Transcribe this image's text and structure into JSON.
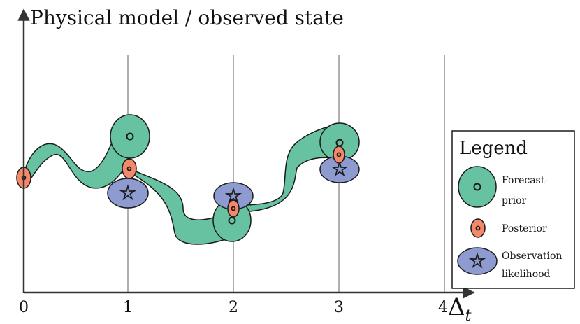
{
  "y_axis_label": "Physical model / observed state",
  "x_axis": {
    "label": "Δ",
    "label_subscript": "t",
    "ticks": [
      "0",
      "1",
      "2",
      "3",
      "4"
    ]
  },
  "legend": {
    "title": "Legend",
    "items": [
      {
        "lines": [
          "Forecast-",
          "prior"
        ],
        "symbol": "forecast-prior"
      },
      {
        "lines": [
          "Posterior"
        ],
        "symbol": "posterior"
      },
      {
        "lines": [
          "Observation",
          "likelihood"
        ],
        "symbol": "observation-likelihood"
      }
    ]
  },
  "colors": {
    "forecast_prior": "#66c2a0",
    "posterior": "#f4896a",
    "observation_likelihood": "#8e9bd0",
    "outline": "#1a1a1a",
    "gridline": "#b0b0b0",
    "axis": "#333333"
  }
}
